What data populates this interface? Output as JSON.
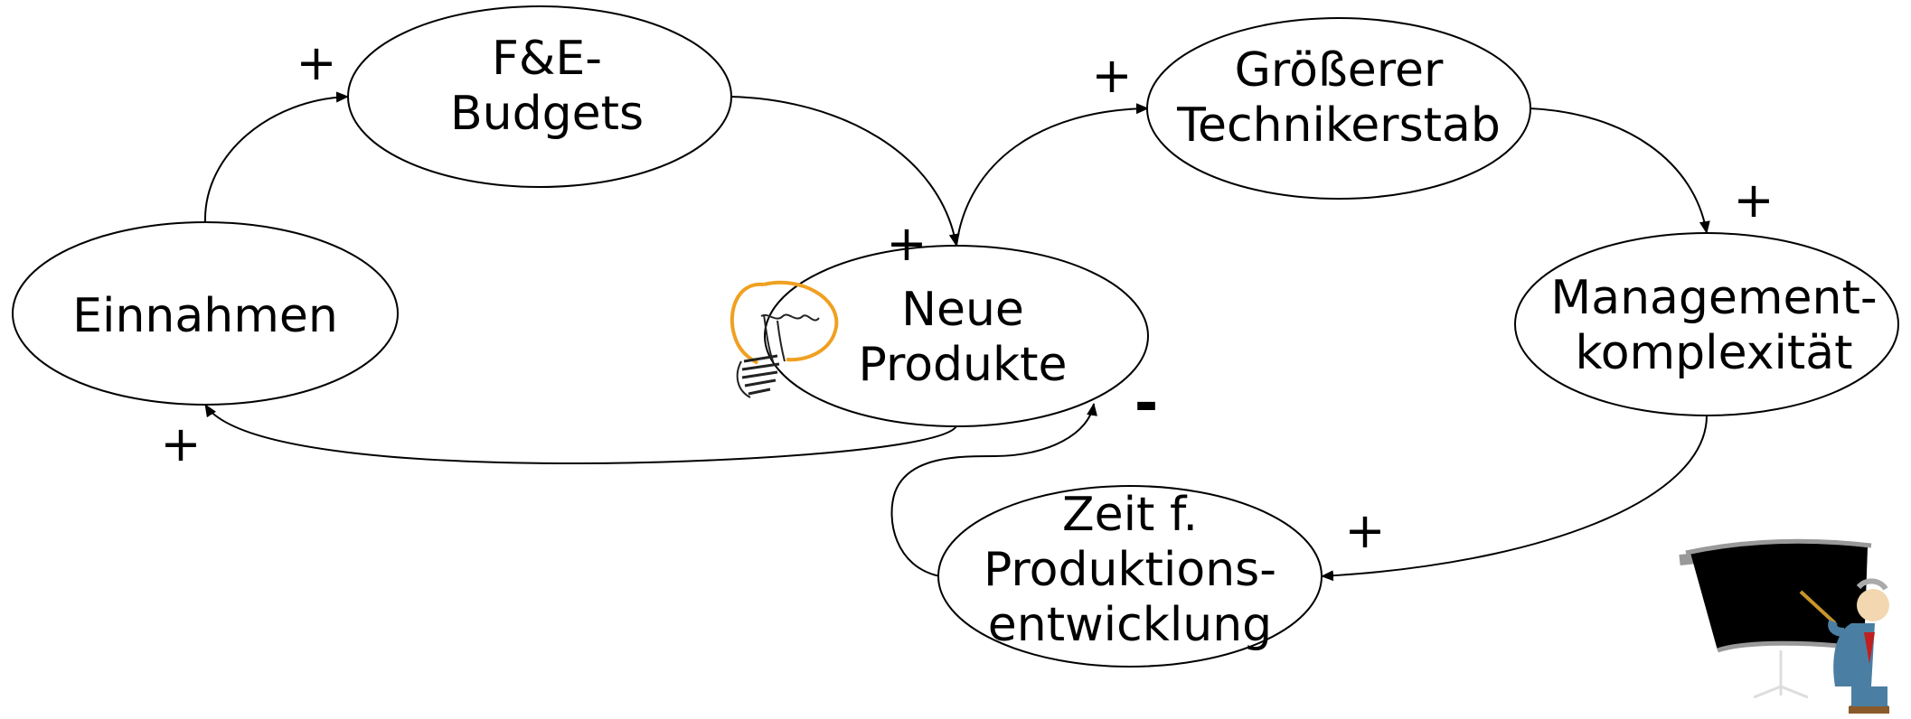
{
  "nodes": {
    "einnahmen": {
      "lines": [
        "Einnahmen"
      ]
    },
    "fe_budgets": {
      "lines": [
        "F&E-",
        "Budgets"
      ]
    },
    "neue_produkte": {
      "lines": [
        "Neue",
        "Produkte"
      ]
    },
    "groesserer_technikerstab": {
      "lines": [
        "Größerer",
        "Technikerstab"
      ]
    },
    "managementkomplexitaet": {
      "lines": [
        "Management-",
        "komplexität"
      ]
    },
    "zeit_produktionsentwicklung": {
      "lines": [
        "Zeit f.",
        "Produktions-",
        "entwicklung"
      ]
    }
  },
  "edges": [
    {
      "from": "einnahmen",
      "to": "fe_budgets",
      "polarity": "+"
    },
    {
      "from": "fe_budgets",
      "to": "neue_produkte",
      "polarity": "+"
    },
    {
      "from": "neue_produkte",
      "to": "einnahmen",
      "polarity": "+"
    },
    {
      "from": "neue_produkte",
      "to": "groesserer_technikerstab",
      "polarity": "+"
    },
    {
      "from": "groesserer_technikerstab",
      "to": "managementkomplexitaet",
      "polarity": "+"
    },
    {
      "from": "managementkomplexitaet",
      "to": "zeit_produktionsentwicklung",
      "polarity": "+"
    },
    {
      "from": "zeit_produktionsentwicklung",
      "to": "neue_produkte",
      "polarity": "-"
    }
  ],
  "icons": [
    "lightbulb-icon",
    "presenter-with-chalkboard-icon"
  ]
}
